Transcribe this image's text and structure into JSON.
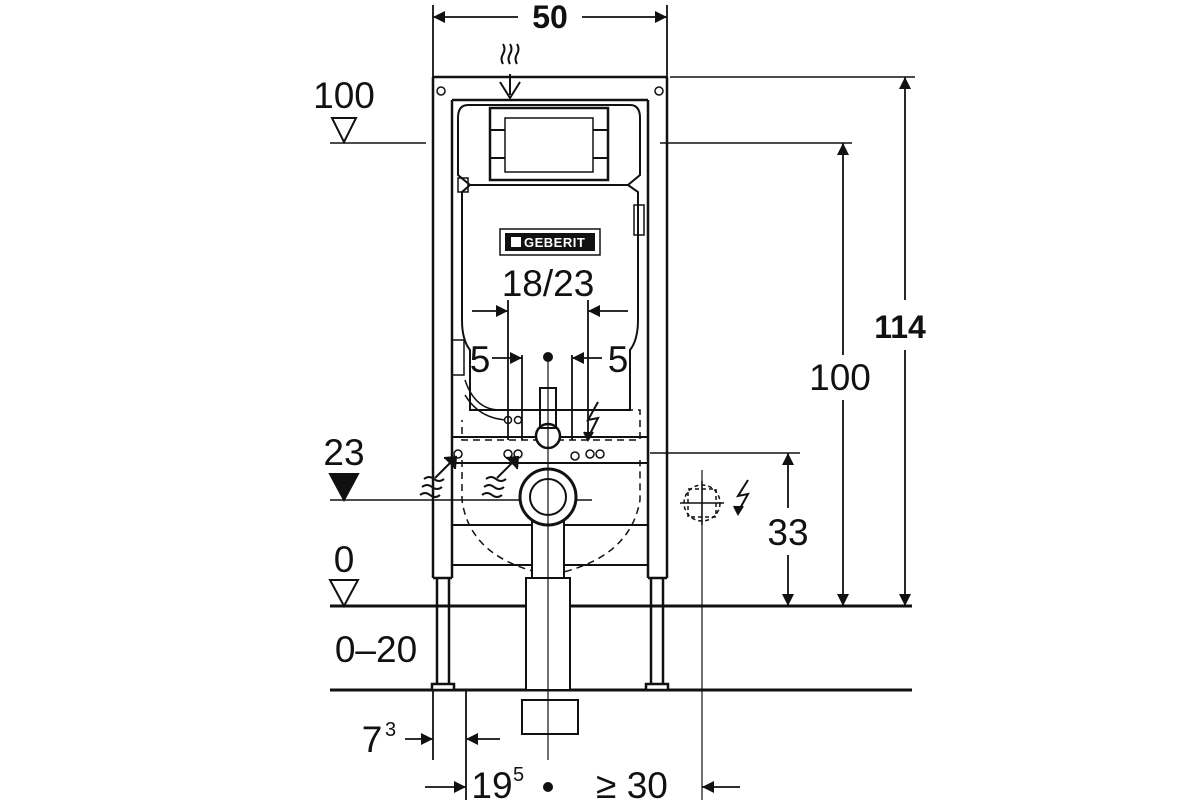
{
  "drawing": {
    "brand": "GEBERIT",
    "dimensions": {
      "frame_width": "50",
      "total_height": "114",
      "actuator_height": "100",
      "level_100": "100",
      "level_23": "23",
      "level_0": "0",
      "floor_range": "0–20",
      "outlet_spacing": "18/23",
      "left_inner_offset": "5",
      "right_inner_offset": "5",
      "socket_height": "33",
      "foot_offset_main": "7",
      "foot_offset_sup": "3",
      "outlet_offset_main": "19",
      "outlet_offset_sup": "5",
      "side_clearance": "≥ 30"
    }
  }
}
